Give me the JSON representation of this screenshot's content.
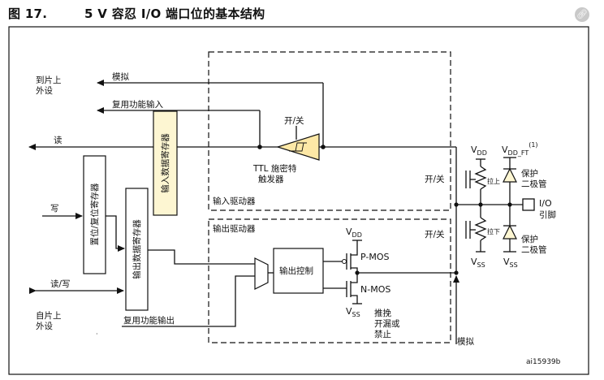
{
  "figure": {
    "number": "图 17.",
    "title": "5 V 容忍 I/O 端口位的基本结构"
  },
  "icons": {
    "share": "link-icon"
  },
  "labels": {
    "to_chip": [
      "到片上",
      "外设"
    ],
    "analog_top": "模拟",
    "alt_in": "复用功能输入",
    "read": "读",
    "on_off_trigger": "开/关",
    "ttl": [
      "TTL 施密特",
      "触发器"
    ],
    "input_data_reg": "输入数据寄存器",
    "write": "写",
    "bsrr": "置位/复位寄存器",
    "output_data_reg": "输出数据寄存器",
    "input_driver": "输入驱动器",
    "output_driver": "输出驱动器",
    "read_write": "读/写",
    "from_chip": [
      "自片上",
      "外设"
    ],
    "alt_out": "复用功能输出",
    "output_control": "输出控制",
    "vdd": "V",
    "vdd_sub": "DD",
    "vss": "V",
    "vss_sub": "SS",
    "pmos": "P-MOS",
    "nmos": "N-MOS",
    "mode": [
      "推挽",
      "开漏或",
      "禁止"
    ],
    "analog_bottom": "模拟",
    "on_off_up": "开/关",
    "on_off_down": "开/关",
    "pull_up": "拉上",
    "pull_down": "拉下",
    "vdd_ft": "V",
    "vdd_ft_sub": "DD_FT",
    "vdd_ft_note": "(1)",
    "protect_top": [
      "保护",
      "二极管"
    ],
    "protect_bottom": [
      "保护",
      "二极管"
    ],
    "io_pin": [
      "I/O",
      "引脚"
    ],
    "ref": "ai15939b"
  }
}
